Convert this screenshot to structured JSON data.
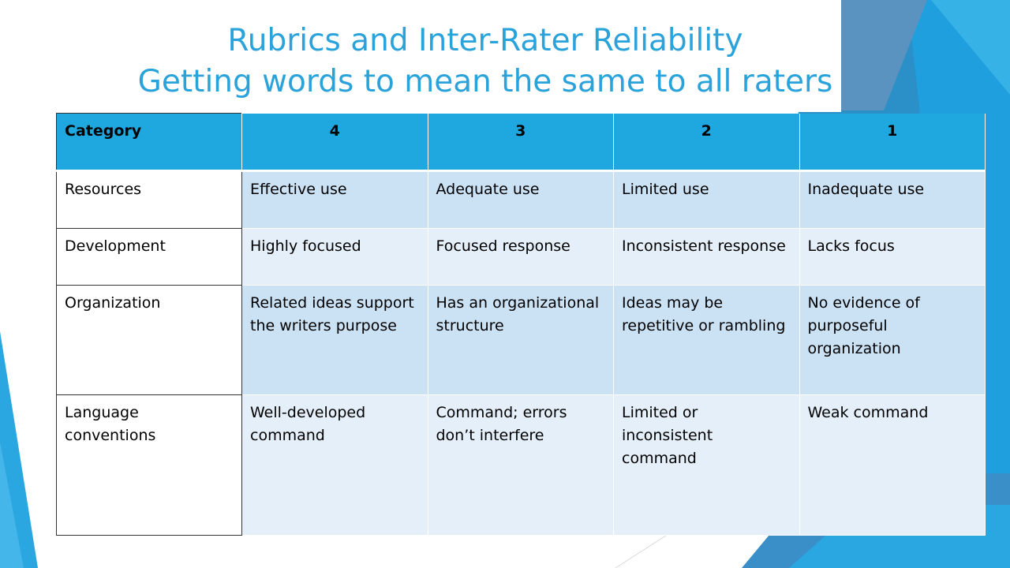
{
  "slide": {
    "title_line1": "Rubrics and Inter-Rater Reliability",
    "title_line2": "Getting words to mean the same to all raters",
    "accent_color": "#2aa3db",
    "header_color": "#1fa8e0"
  },
  "table": {
    "headers": [
      "Category",
      "4",
      "3",
      "2",
      "1"
    ],
    "rows": [
      [
        "Resources",
        "Effective use",
        "Adequate use",
        "Limited use",
        "Inadequate use"
      ],
      [
        "Development",
        "Highly focused",
        "Focused response",
        "Inconsistent response",
        "Lacks focus"
      ],
      [
        "Organization",
        "Related ideas support the writers purpose",
        "Has an organizational structure",
        "Ideas may be repetitive or rambling",
        "No evidence of purposeful organization"
      ],
      [
        "Language conventions",
        "Well-developed command",
        "Command; errors don’t interfere",
        "Limited or inconsistent command",
        "Weak command"
      ]
    ]
  }
}
